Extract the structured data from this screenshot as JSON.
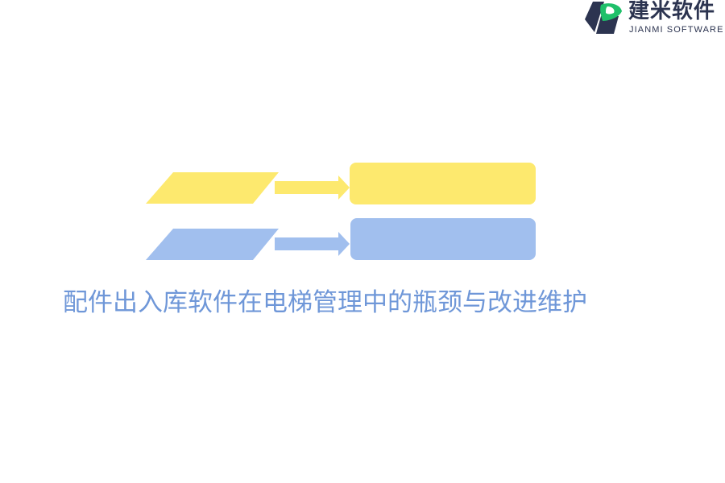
{
  "logo": {
    "name_cn": "建米软件",
    "name_en": "JIANMI SOFTWARE",
    "colors": {
      "dark": "#2c3450",
      "green": "#1fc06a"
    }
  },
  "diagram": {
    "rows": [
      {
        "color": "#fde96e"
      },
      {
        "color": "#a1bfee"
      }
    ]
  },
  "title": "配件出入库软件在电梯管理中的瓶颈与改进维护"
}
